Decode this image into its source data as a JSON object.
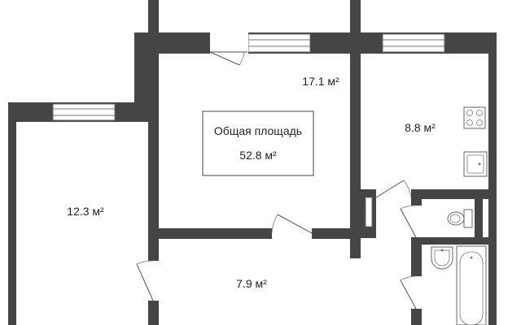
{
  "total": {
    "title": "Общая площадь",
    "value": "52.8 м²"
  },
  "rooms": [
    {
      "id": "living-room",
      "area": "17.1 м²"
    },
    {
      "id": "kitchen",
      "area": "8.8 м²"
    },
    {
      "id": "bedroom",
      "area": "12.3 м²"
    },
    {
      "id": "hallway",
      "area": "7.9 м²"
    }
  ],
  "colors": {
    "wall": "#454545",
    "background": "#ffffff"
  }
}
